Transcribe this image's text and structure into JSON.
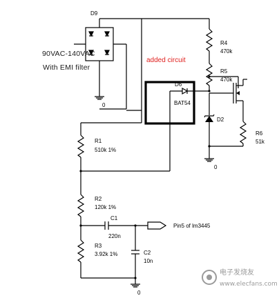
{
  "labels": {
    "d9": "D9",
    "input_voltage": "90VAC-140VAC",
    "emi": "With EMI filter",
    "gnd_bridge": "0",
    "added": "added circuit",
    "r4_ref": "R4",
    "r4_val": "470k",
    "r5_ref": "R5",
    "r5_val": "470k",
    "d6_ref": "D6",
    "d6_part": "BAT54",
    "d2_ref": "D2",
    "r6_ref": "R6",
    "r6_val": "51k",
    "gnd_zener": "0",
    "r1_ref": "R1",
    "r1_val": "510k  1%",
    "r2_ref": "R2",
    "r2_val": "120k 1%",
    "c1_ref": "C1",
    "c1_val": "220n",
    "pin_label": "Pin5 of lm3445",
    "r3_ref": "R3",
    "r3_val": "3.92k 1%",
    "c2_ref": "C2",
    "c2_val": "10n",
    "gnd_bottom": "0"
  },
  "watermark": {
    "cn": "电子发烧友",
    "url": "www.elecfans.com"
  },
  "colors": {
    "wire": "#000000",
    "note": "#e0201e",
    "watermark": "#9a9a9a"
  }
}
